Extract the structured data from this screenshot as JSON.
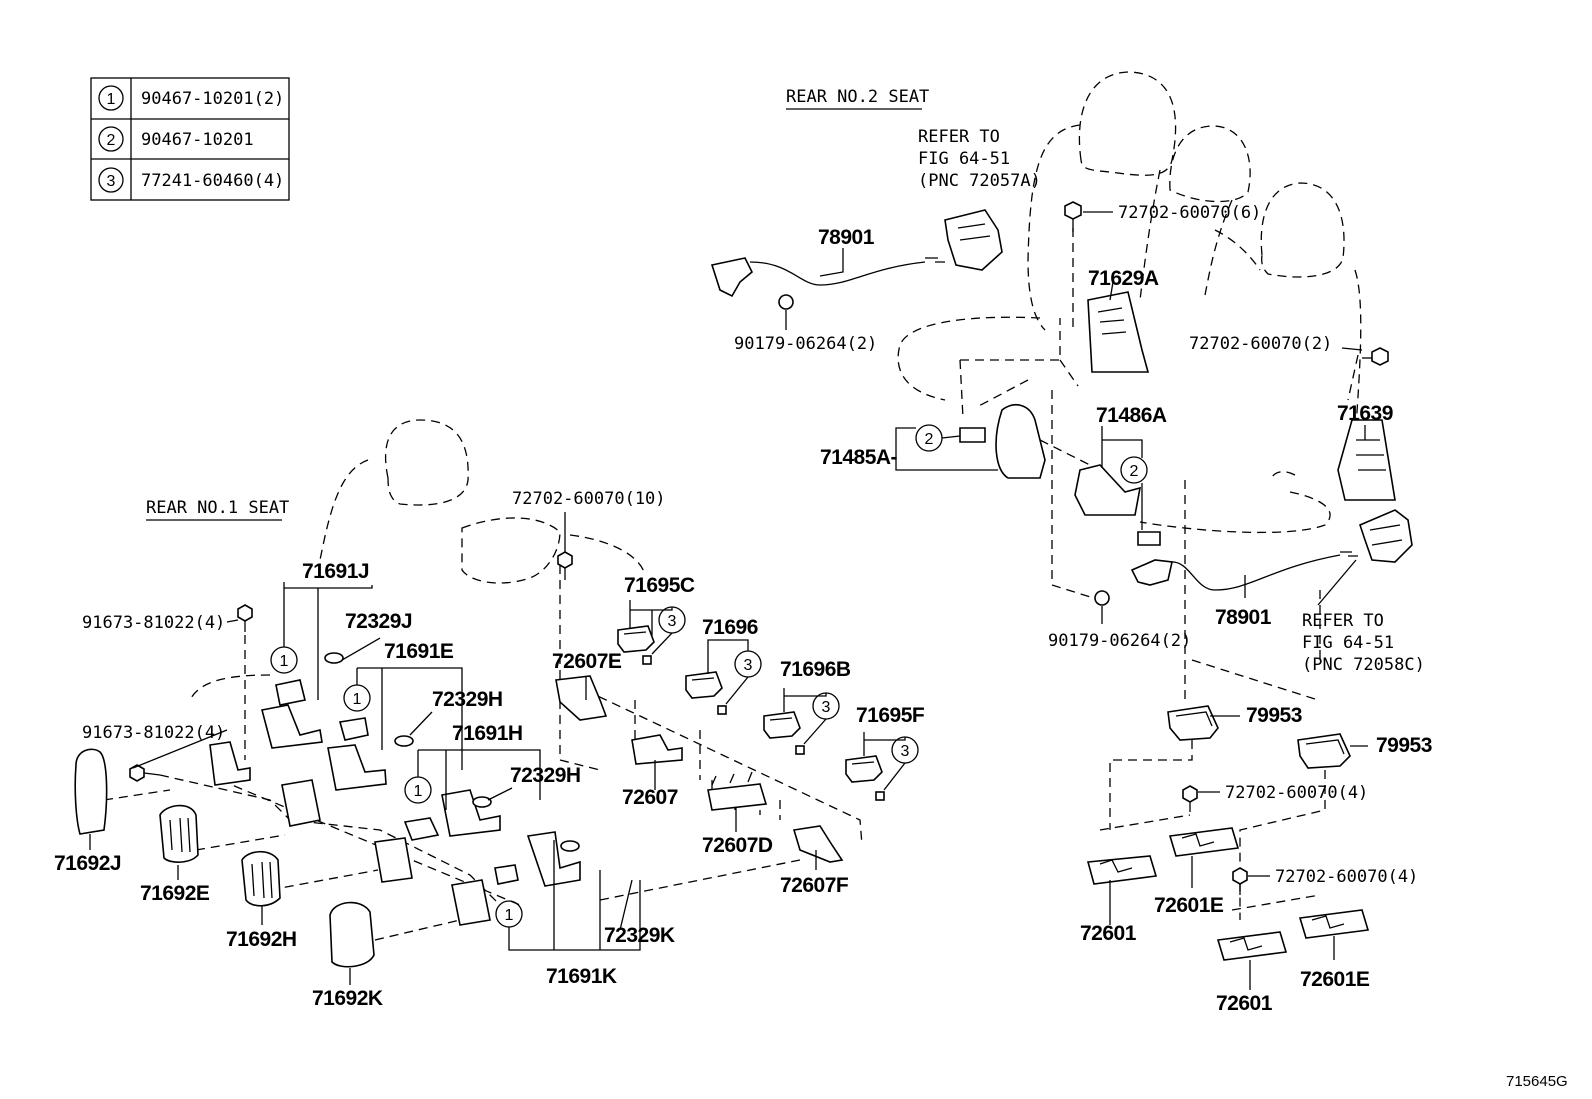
{
  "legend_table": [
    {
      "ref": "1",
      "part": "90467-10201(2)"
    },
    {
      "ref": "2",
      "part": "90467-10201"
    },
    {
      "ref": "3",
      "part": "77241-60460(4)"
    }
  ],
  "section_titles": {
    "rear_no2": "REAR NO.2 SEAT",
    "rear_no1": "REAR NO.1 SEAT"
  },
  "refer_notes": {
    "top": [
      "REFER TO",
      "FIG 64-51",
      "(PNC 72057A)"
    ],
    "right": [
      "REFER TO",
      "FIG 64-51",
      "(PNC 72058C)"
    ]
  },
  "part_labels": {
    "p78901_top": "78901",
    "p90179_top": "90179-06264(2)",
    "p72702_6": "72702-60070(6)",
    "p71629A": "71629A",
    "p72702_2": "72702-60070(2)",
    "p71639": "71639",
    "p71486A": "71486A",
    "p71485A": "71485A-",
    "p78901_bot": "78901",
    "p90179_bot": "90179-06264(2)",
    "p79953_a": "79953",
    "p79953_b": "79953",
    "p72702_4a": "72702-60070(4)",
    "p72702_4b": "72702-60070(4)",
    "p72601_a": "72601",
    "p72601E_a": "72601E",
    "p72601_b": "72601",
    "p72601E_b": "72601E",
    "p72702_10": "72702-60070(10)",
    "p71691J": "71691J",
    "p91673_a": "91673-81022(4)",
    "p72329J": "72329J",
    "p71691E": "71691E",
    "p72329H": "72329H",
    "p91673_b": "91673-81022(4)",
    "p71691H": "71691H",
    "p72329H2": "72329H",
    "p71692J": "71692J",
    "p71692E": "71692E",
    "p71692H": "71692H",
    "p71692K": "71692K",
    "p71691K": "71691K",
    "p72329K": "72329K",
    "p72607E": "72607E",
    "p72607": "72607",
    "p72607D": "72607D",
    "p72607F": "72607F",
    "p71695C": "71695C",
    "p71696": "71696",
    "p71696B": "71696B",
    "p71695F": "71695F"
  },
  "figure_id": "715645G"
}
